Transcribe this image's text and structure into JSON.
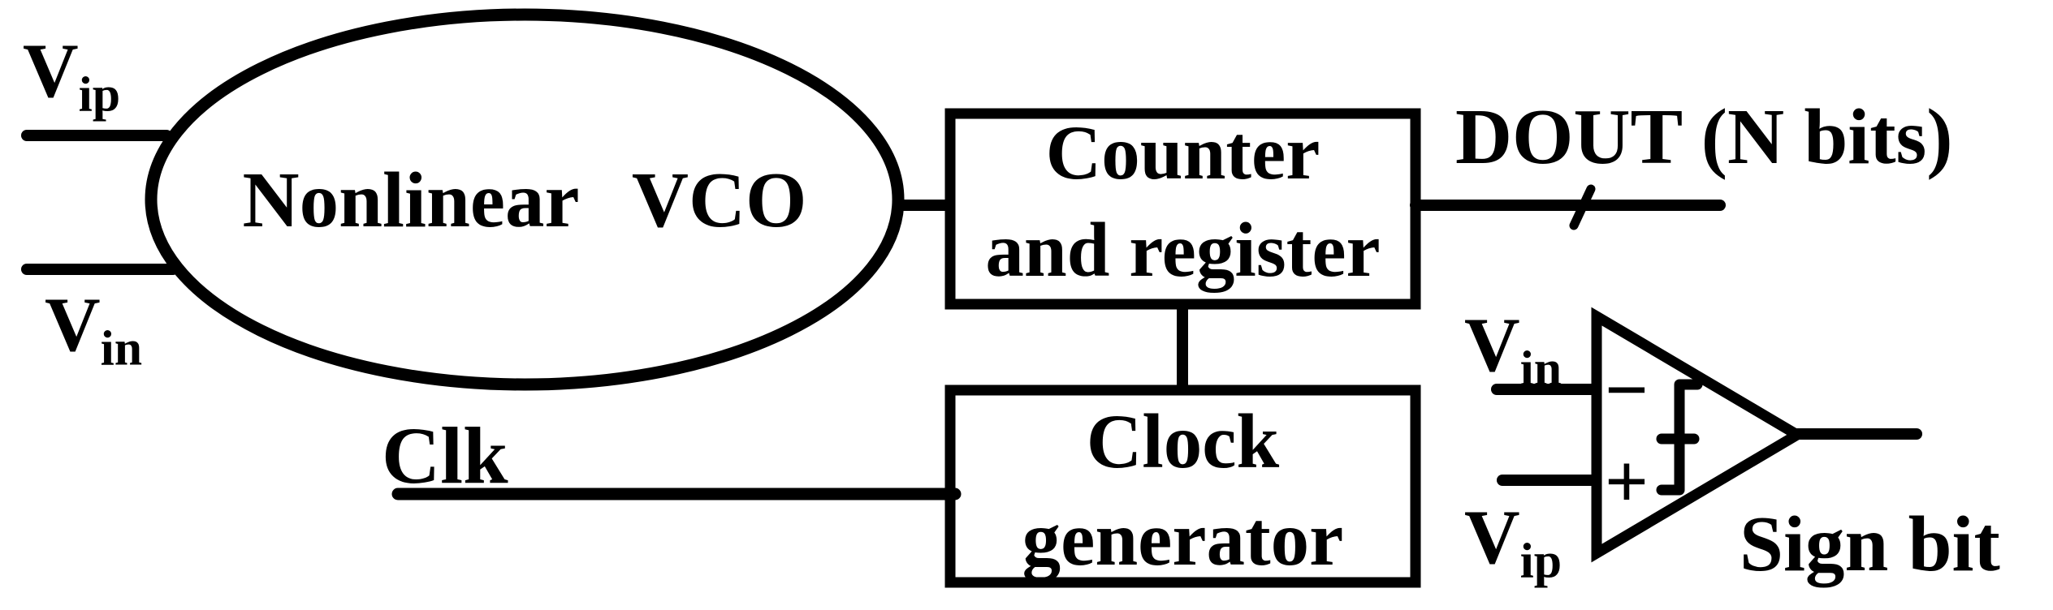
{
  "diagram": {
    "vco": {
      "label": "Nonlinear VCO"
    },
    "inputs": {
      "vip": {
        "base": "V",
        "sub": "ip"
      },
      "vin": {
        "base": "V",
        "sub": "in"
      }
    },
    "clk": {
      "label": "Clk"
    },
    "counter_box": {
      "line1": "Counter",
      "line2": "and register"
    },
    "clock_box": {
      "line1": "Clock",
      "line2": "generator"
    },
    "dout": {
      "label": "DOUT (N bits)"
    },
    "comparator": {
      "vin": {
        "base": "V",
        "sub": "in"
      },
      "vip": {
        "base": "V",
        "sub": "ip"
      },
      "minus": "−",
      "plus": "+",
      "output_label": "Sign bit"
    }
  },
  "colors": {
    "ink": "#000000",
    "background": "#ffffff"
  }
}
